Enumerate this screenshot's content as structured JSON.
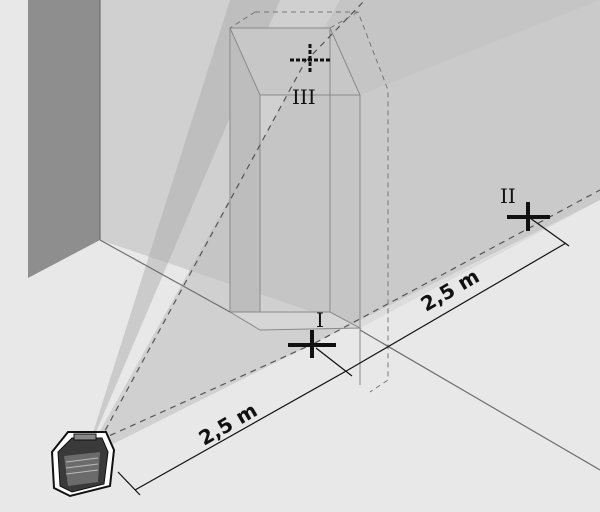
{
  "marks": {
    "point_1": "I",
    "point_2": "II",
    "point_3": "III"
  },
  "dimensions": {
    "near": "2,5 m",
    "far": "2,5 m"
  },
  "colors": {
    "dark_wall": "#8c8c8c",
    "back_wall": "#d2d2d2",
    "floor": "#e7e7e7",
    "laser_plane": "#bdbdbd",
    "ink": "#111111"
  },
  "icons": {
    "laser_device": "line-laser-level-icon",
    "cross_mark": "laser-cross-icon"
  }
}
